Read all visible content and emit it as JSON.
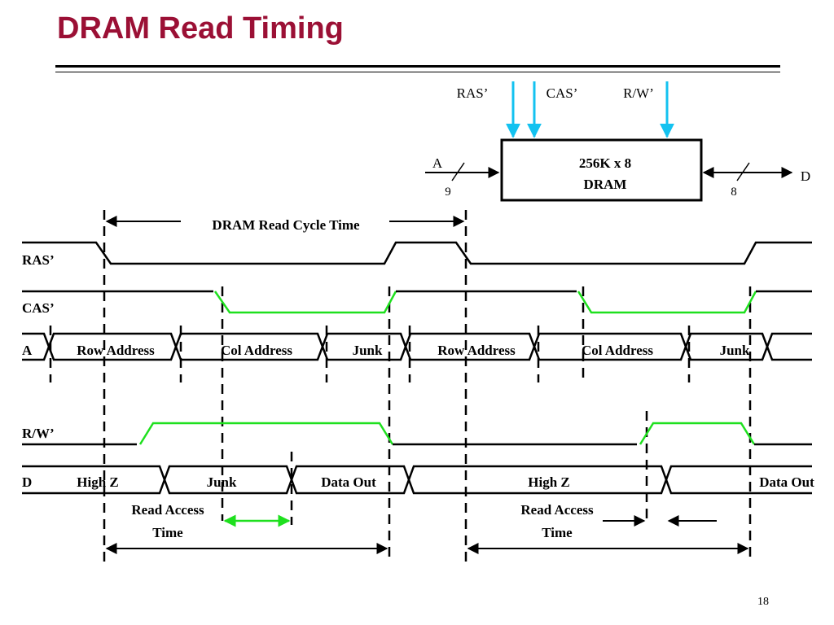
{
  "slide": {
    "title": "DRAM Read Timing",
    "page_number": "18"
  },
  "block": {
    "inputs": {
      "ras": "RAS’",
      "cas": "CAS’",
      "rw": "R/W’"
    },
    "box_line1": "256K x 8",
    "box_line2": "DRAM",
    "addr_label": "A",
    "addr_width": "9",
    "data_label": "D",
    "data_width": "8"
  },
  "timing": {
    "cycle_time_label": "DRAM Read Cycle Time",
    "signals": {
      "ras": "RAS’",
      "cas": "CAS’",
      "addr": "A",
      "rw": "R/W’",
      "data": "D"
    },
    "addr_segments": [
      "Row Address",
      "Col Address",
      "Junk",
      "Row Address",
      "Col Address",
      "Junk"
    ],
    "data_segments": [
      "High Z",
      "Junk",
      "Data Out",
      "High Z",
      "Data Out"
    ],
    "read_access_label_1": "Read Access",
    "read_access_label_2": "Time"
  },
  "colors": {
    "title": "#9b1035",
    "green": "#1ee01e",
    "cyan": "#13c2f0"
  }
}
